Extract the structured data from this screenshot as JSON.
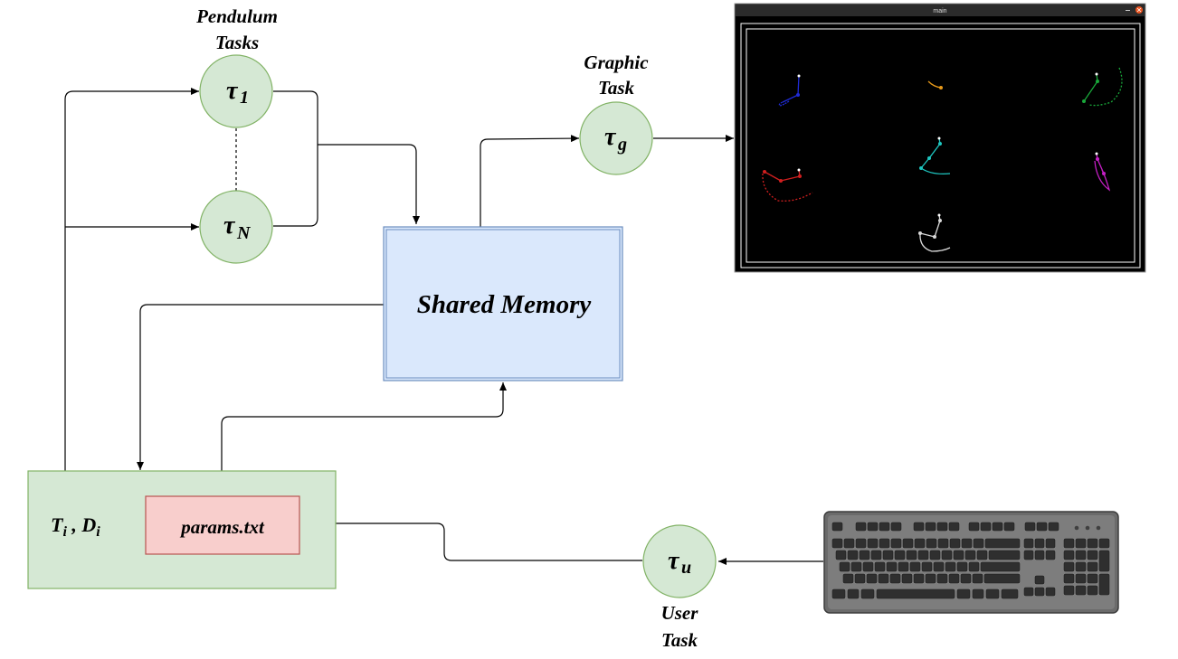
{
  "colors": {
    "node_fill": "#d5e8d4",
    "node_stroke": "#82b366",
    "memory_fill": "#dae8fc",
    "memory_stroke": "#6c8ebf",
    "params_fill": "#f8cecc",
    "params_stroke": "#b85450",
    "config_fill": "#d5e8d4",
    "config_stroke": "#82b366",
    "window_bg": "#000000",
    "window_title_bar": "#2b2b2b",
    "window_close": "#e95420",
    "pendulum_colors": [
      "#1f2bd6",
      "#e89a1a",
      "#19a83a",
      "#d11f1f",
      "#1ec6c0",
      "#c61fc6",
      "#d9d9d9"
    ]
  },
  "labels": {
    "pendulum_tasks": [
      "Pendulum",
      "Tasks"
    ],
    "graphic_task": [
      "Graphic",
      "Task"
    ],
    "user_task": [
      "User",
      "Task"
    ],
    "shared_memory": "Shared Memory",
    "params_file": "params.txt",
    "task_params": "T",
    "task_params_sub": "i",
    "task_params_sep": " , ",
    "task_params_d": "D",
    "task_params_d_sub": "i"
  },
  "nodes": {
    "tau": "τ",
    "tau1_sub": "1",
    "tauN_sub": "N",
    "taug_sub": "g",
    "tauu_sub": "u"
  },
  "window": {
    "title": "main",
    "icons": [
      "minimize-icon",
      "close-icon"
    ]
  },
  "keyboard": {
    "icon": "keyboard-icon"
  }
}
